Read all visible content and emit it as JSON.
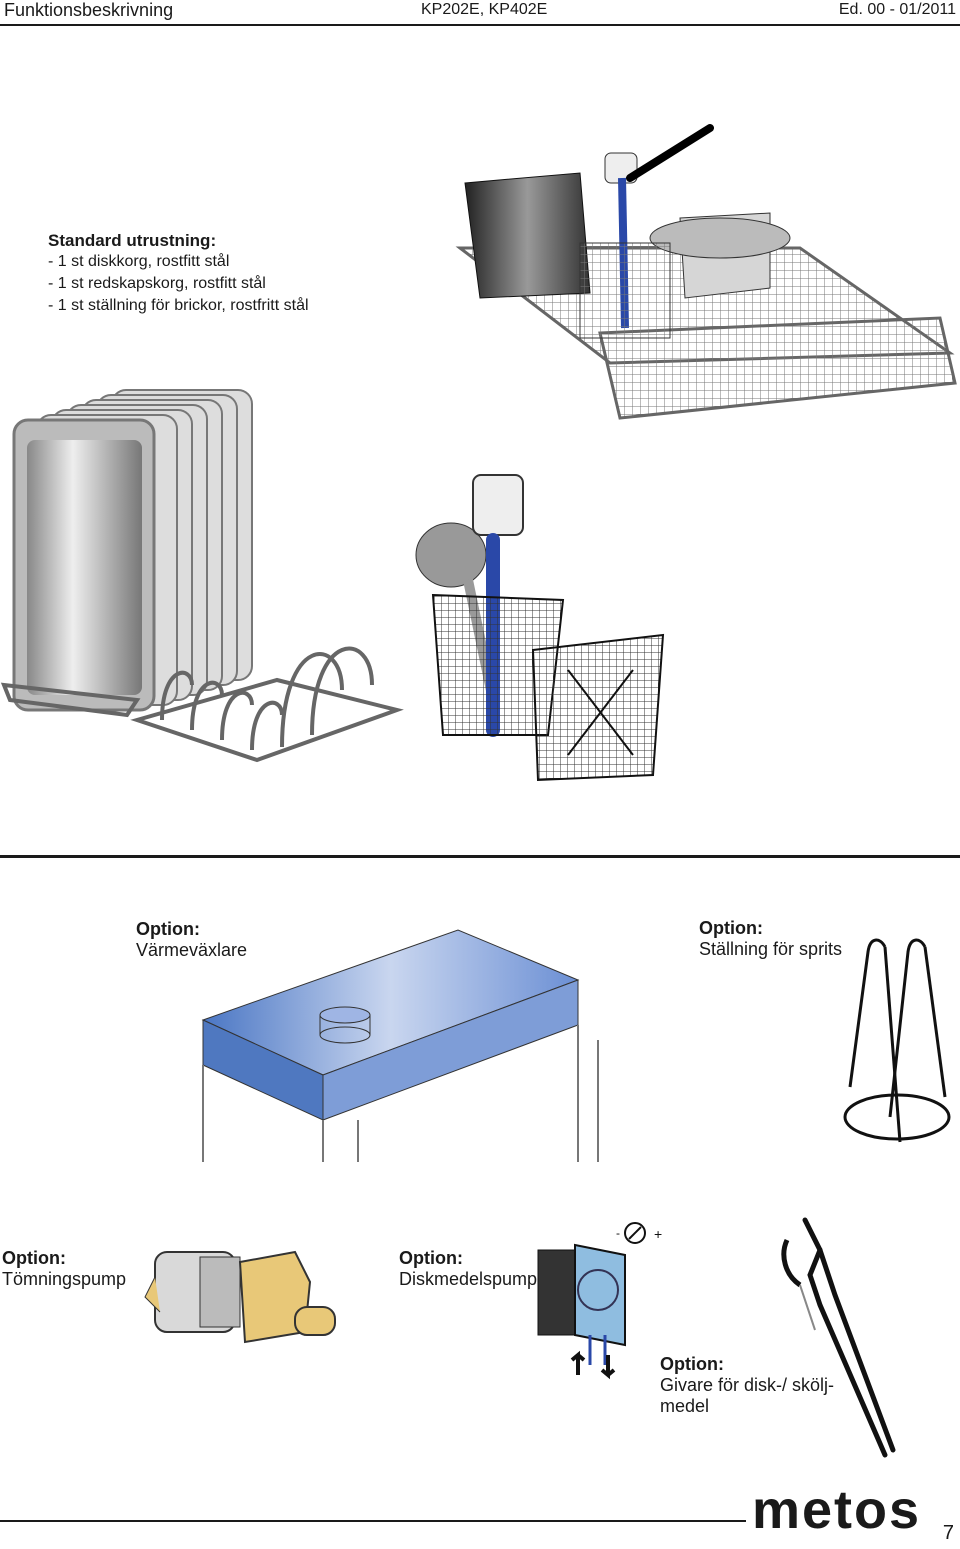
{
  "header": {
    "section": "Funktionsbeskrivning",
    "model": "KP202E, KP402E",
    "edition": "Ed. 00 - 01/2011"
  },
  "standard": {
    "title": "Standard utrustning:",
    "items": [
      "- 1 st diskkorg, rostfitt stål",
      "- 1 st redskapskorg, rostfitt stål",
      "- 1 st ställning för brickor, rostfritt stål"
    ]
  },
  "options": {
    "heat_exchanger": {
      "label": "Option:",
      "text": "Värmeväxlare"
    },
    "spray_stand": {
      "label": "Option:",
      "text": "Ställning för sprits"
    },
    "drain_pump": {
      "label": "Option:",
      "text": "Tömningspump"
    },
    "detergent_pump": {
      "label": "Option:",
      "text": "Diskmedelspump"
    },
    "sensor": {
      "label": "Option:",
      "text_line1": "Givare för disk-/ skölj-",
      "text_line2": "medel"
    }
  },
  "footer": {
    "logo_text": "metos",
    "page_number": "7"
  }
}
